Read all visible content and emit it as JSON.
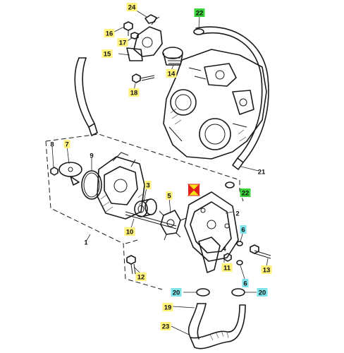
{
  "diagram": {
    "colors": {
      "yellow": "#fff27a",
      "green": "#3bd33b",
      "teal": "#7fe3ea",
      "marker_red": "#e0201b",
      "marker_yellow": "#f5e31a"
    },
    "callouts": [
      {
        "id": "c24",
        "label": "24",
        "color": "yellow"
      },
      {
        "id": "c22a",
        "label": "22",
        "color": "green"
      },
      {
        "id": "c16",
        "label": "16",
        "color": "yellow"
      },
      {
        "id": "c17",
        "label": "17",
        "color": "yellow"
      },
      {
        "id": "c15",
        "label": "15",
        "color": "yellow"
      },
      {
        "id": "c14",
        "label": "14",
        "color": "yellow"
      },
      {
        "id": "c18",
        "label": "18",
        "color": "yellow"
      },
      {
        "id": "c21",
        "label": "21",
        "color": "none"
      },
      {
        "id": "c8",
        "label": "8",
        "color": "none"
      },
      {
        "id": "c7",
        "label": "7",
        "color": "yellow"
      },
      {
        "id": "c9",
        "label": "9",
        "color": "none"
      },
      {
        "id": "c3",
        "label": "3",
        "color": "yellow"
      },
      {
        "id": "c5",
        "label": "5",
        "color": "yellow"
      },
      {
        "id": "c22b",
        "label": "22",
        "color": "green"
      },
      {
        "id": "c2",
        "label": "2",
        "color": "none"
      },
      {
        "id": "c10",
        "label": "10",
        "color": "yellow"
      },
      {
        "id": "c6a",
        "label": "6",
        "color": "teal"
      },
      {
        "id": "c1",
        "label": "1",
        "color": "none"
      },
      {
        "id": "c4",
        "label": "4",
        "color": "none"
      },
      {
        "id": "c11",
        "label": "11",
        "color": "yellow"
      },
      {
        "id": "c6b",
        "label": "6",
        "color": "teal"
      },
      {
        "id": "c12",
        "label": "12",
        "color": "yellow"
      },
      {
        "id": "c13",
        "label": "13",
        "color": "yellow"
      },
      {
        "id": "c20a",
        "label": "20",
        "color": "teal"
      },
      {
        "id": "c20b",
        "label": "20",
        "color": "teal"
      },
      {
        "id": "c19",
        "label": "19",
        "color": "yellow"
      },
      {
        "id": "c23",
        "label": "23",
        "color": "yellow"
      }
    ]
  }
}
